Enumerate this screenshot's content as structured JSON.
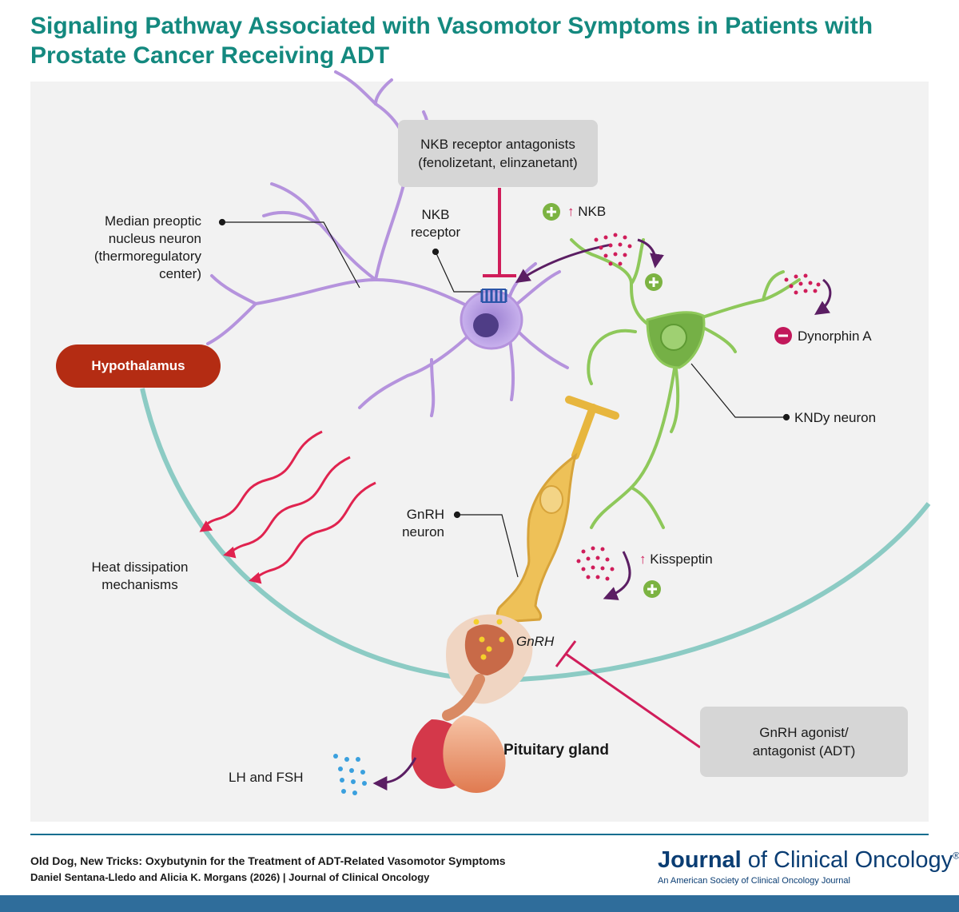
{
  "title": "Signaling Pathway Associated with Vasomotor Symptoms in Patients with Prostate Cancer Receiving ADT",
  "labels": {
    "median_preoptic": "Median preoptic nucleus neuron (thermoregulatory center)",
    "nkb_receptor": "NKB receptor",
    "nkb_antagonists": "NKB receptor antagonists (fenolizetant, elinzanetant)",
    "nkb_up": "NKB",
    "dynorphin": "Dynorphin A",
    "hypothalamus": "Hypothalamus",
    "kndy": "KNDy neuron",
    "gnrh_neuron": "GnRH neuron",
    "kisspeptin": "Kisspeptin",
    "heat": "Heat dissipation mechanisms",
    "gnrh": "GnRH",
    "gnrh_agonist": "GnRH agonist/ antagonist (ADT)",
    "pituitary": "Pituitary gland",
    "lh_fsh": "LH and FSH",
    "up_arrow": "↑"
  },
  "footer": {
    "article_title": "Old Dog, New Tricks: Oxybutynin for the Treatment of ADT-Related Vasomotor Symptoms",
    "authors": "Daniel Sentana-Lledo and Alicia K. Morgans (2026)  | Journal of Clinical Oncology",
    "journal_bold": "Journal",
    "journal_rest": " of Clinical Oncology",
    "journal_reg": "®",
    "journal_sub": "An American Society of Clinical Oncology Journal"
  },
  "colors": {
    "title": "#14897f",
    "hypothalamus": "#b42c13",
    "panel": "#f2f2f2",
    "teal_arc": "#8ccbc4",
    "purple_neuron": "#b593dd",
    "green_neuron": "#8ec85a",
    "gnrh_neuron": "#e7b63e",
    "magenta": "#d01d5a",
    "dark_purple": "#5b1e63",
    "journal_blue": "#0a3d73"
  }
}
